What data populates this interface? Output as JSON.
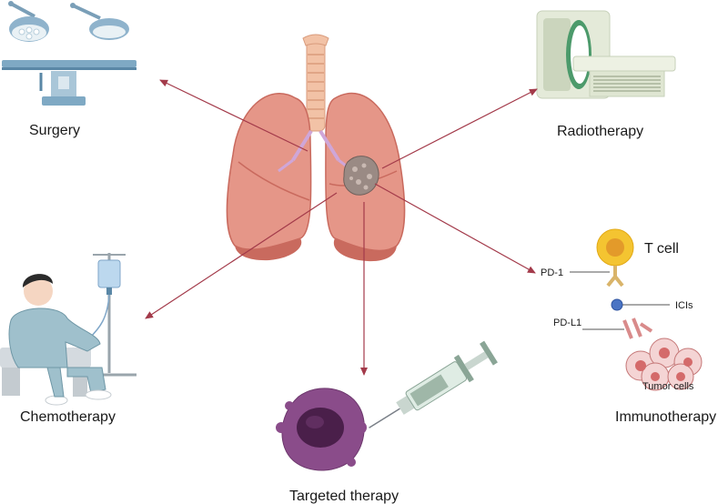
{
  "treatments": {
    "surgery": "Surgery",
    "radiotherapy": "Radiotherapy",
    "chemotherapy": "Chemotherapy",
    "targeted": "Targeted therapy",
    "immunotherapy": "Immunotherapy"
  },
  "immuno": {
    "tcell": "T cell",
    "pd1": "PD-1",
    "icis": "ICIs",
    "pdl1": "PD-L1",
    "tumor": "Tumor cells"
  },
  "colors": {
    "arrow": "#a33a4a",
    "lung": "#e59688",
    "lung_dark": "#c96a5e",
    "trachea": "#f2c2a6",
    "tumor": "#9a8a84",
    "tcell": "#f4c431",
    "antibody": "#d9b46a",
    "ici": "#4a74c4",
    "tumor_cell": "#e9a3a3",
    "targeted_cell": "#8a4c8a",
    "syringe": "#9fb7a8",
    "gown": "#9fc0cc",
    "scanner": "#dfe7d3"
  }
}
